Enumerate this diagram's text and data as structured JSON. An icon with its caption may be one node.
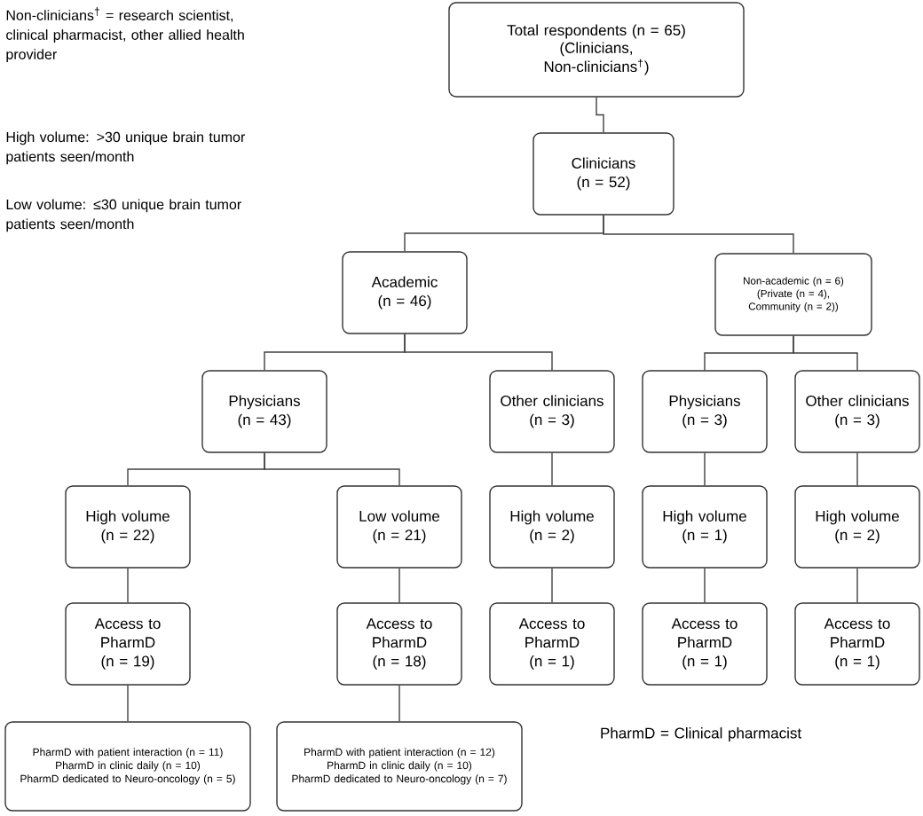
{
  "diagram": {
    "nodes": [
      {
        "text": [
          "Total respondents (n = 65)",
          "(Clinicians, Non-clinicians$^{†}$)"
        ]
      },
      {
        "text": [
          "Clinicians (n = 52)"
        ]
      },
      {
        "text": [
          "Academic (n = 46)"
        ]
      },
      {
        "text": [
          "Non-academic (n = 6)",
          "(Private (n = 4),",
          "Community (n = 2))"
        ]
      },
      {
        "text": [
          "Physicians (n = 43)"
        ]
      },
      {
        "text": [
          "Other clinicians (n = 3)"
        ]
      },
      {
        "text": [
          "Physicians (n = 3)"
        ]
      },
      {
        "text": [
          "Other clinicians (n = 3)"
        ]
      },
      {
        "text": [
          "High volume (n = 22)"
        ]
      },
      {
        "text": [
          "Low volume (n = 21)"
        ]
      },
      {
        "text": [
          "High volume (n = 2)"
        ]
      },
      {
        "text": [
          "High volume (n = 1)"
        ]
      },
      {
        "text": [
          "High volume (n = 2)"
        ]
      },
      {
        "text": [
          "Access to PharmD (n = 19)"
        ]
      },
      {
        "text": [
          "Access to PharmD (n = 18)"
        ]
      },
      {
        "text": [
          "Access to PharmD (n = 1)"
        ]
      },
      {
        "text": [
          "Access to PharmD (n = 1)"
        ]
      },
      {
        "text": [
          "Access to PharmD (n = 1)"
        ]
      },
      {
        "text": [
          "PharmD with patient interaction (n = 11)",
          "PharmD in clinic daily (n = 10)",
          "PharmD dedicated to Neuro-oncology (n = 5)"
        ]
      },
      {
        "text": [
          "PharmD with patient interaction (n = 12)",
          "PharmD in clinic daily (n = 10)",
          "PharmD dedicated to Neuro-oncology (n = 7)"
        ]
      }
    ],
    "edges": [
      {
        "from": 0,
        "to": 1,
        "arrow": "none"
      },
      {
        "from": 1,
        "to": 2,
        "arrow": "none"
      },
      {
        "from": 1,
        "to": 3,
        "arrow": "none"
      },
      {
        "from": 2,
        "to": 4,
        "arrow": "none"
      },
      {
        "from": 2,
        "to": 5,
        "arrow": "none"
      },
      {
        "from": 3,
        "to": 6,
        "arrow": "none"
      },
      {
        "from": 3,
        "to": 7,
        "arrow": "none"
      },
      {
        "from": 4,
        "to": 8,
        "arrow": "none"
      },
      {
        "from": 4,
        "to": 9,
        "arrow": "none"
      },
      {
        "from": 5,
        "to": 10,
        "arrow": "none"
      },
      {
        "from": 6,
        "to": 11,
        "arrow": "none"
      },
      {
        "from": 7,
        "to": 12,
        "arrow": "none"
      },
      {
        "from": 8,
        "to": 13,
        "arrow": "none"
      },
      {
        "from": 9,
        "to": 14,
        "arrow": "none"
      },
      {
        "from": 10,
        "to": 15,
        "arrow": "none"
      },
      {
        "from": 11,
        "to": 16,
        "arrow": "none"
      },
      {
        "from": 12,
        "to": 17,
        "arrow": "none"
      },
      {
        "from": 13,
        "to": 18,
        "arrow": "none"
      },
      {
        "from": 14,
        "to": 19,
        "arrow": "none"
      }
    ],
    "labels": [
      "Non-clinicians$^{†}$ = research scientist, clinical pharmacist, other allied health provider",
      "High volume:  >30 unique brain tumor patients seen/month",
      "Low volume:  ≤30 unique brain tumor patients seen/month",
      "PharmD = Clinical pharmacist"
    ]
  }
}
